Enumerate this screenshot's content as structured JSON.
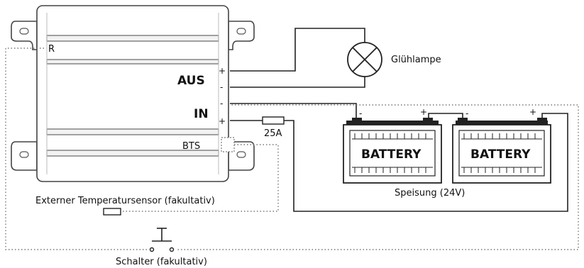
{
  "device": {
    "label_r": "R",
    "label_aus": "AUS",
    "label_in": "IN",
    "label_bts": "BTS",
    "term_aus_plus": "+",
    "term_aus_minus": "-",
    "term_in_minus": "-",
    "term_in_plus": "+"
  },
  "fuse": {
    "label": "25A"
  },
  "lamp": {
    "label": "Glühlampe"
  },
  "batteries": [
    {
      "label": "BATTERY",
      "minus": "-",
      "plus": "+"
    },
    {
      "label": "BATTERY",
      "minus": "-",
      "plus": "+"
    }
  ],
  "supply": {
    "label": "Speisung (24V)"
  },
  "sensor": {
    "label": "Externer Temperatursensor (fakultativ)"
  },
  "switch": {
    "label": "Schalter (fakultativ)"
  }
}
